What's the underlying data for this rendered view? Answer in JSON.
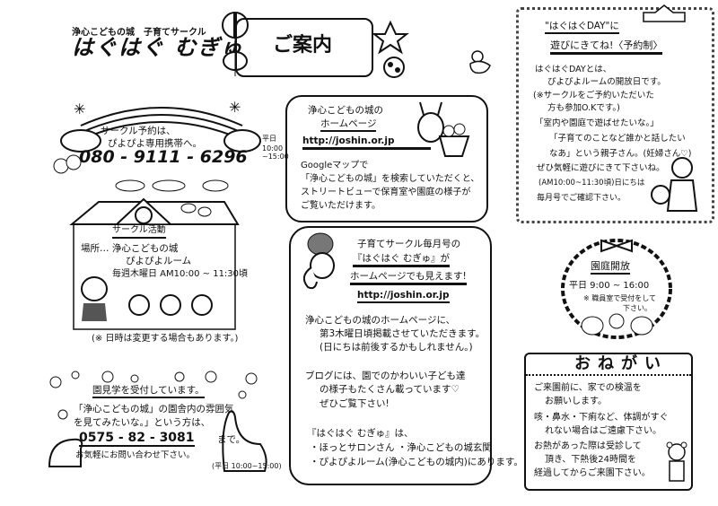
{
  "header": {
    "org": "浄心こどもの城",
    "circle": "子育てサークル",
    "title": "はぐはぐ むぎゅ",
    "guide_title": "ご案内"
  },
  "reservation": {
    "line1": "サークル予約は、",
    "line2": "ぴよぴよ専用携帯へ。",
    "phone": "080 - 9111 - 6296",
    "hours_label": "平日",
    "hours": "10:00 ~15:00"
  },
  "activity": {
    "heading": "サークル活動",
    "place_line1": "場所… 浄心こどもの城",
    "place_line2": "ぴよぴよルーム",
    "schedule": "毎週木曜日 AM10:00 ~ 11:30頃",
    "note": "(※ 日時は変更する場合もあります。)"
  },
  "tour": {
    "heading": "園見学を受付しています。",
    "line1": "「浄心こどもの城」の園舎内の雰囲気",
    "line2": "を見てみたいな。」という方は、",
    "phone": "0575 - 82 - 3081",
    "phone_suffix": "まで。",
    "line3": "お気軽にお問い合わせ下さい。",
    "hours": "(平日 10:00~15:00)"
  },
  "homepage": {
    "title_line1": "浄心こどもの城の",
    "title_line2": "ホームページ",
    "url": "http://joshin.or.jp",
    "line1": "Googleマップで",
    "line2": "「浄心こどもの城」を検索していただくと、",
    "line3": "ストリートビューで保育室や園庭の様子が",
    "line4": "ご覧いただけます。"
  },
  "newsletter": {
    "line1": "子育てサークル毎月号の",
    "line2": "『はぐはぐ むぎゅ』が",
    "line3": "ホームページでも見えます!",
    "url": "http://joshin.or.jp",
    "p1_line1": "浄心こどもの城のホームページに、",
    "p1_line2": "第3木曜日頃掲載させていただきます。",
    "p1_line3": "(日にちは前後するかもしれません。)",
    "p2_line1": "ブログには、園でのかわいい子ども達",
    "p2_line2": "の様子もたくさん載っています♡",
    "p2_line3": "ぜひご覧下さい!",
    "p3_line1": "『はぐはぐ むぎゅ』は、",
    "p3_line2": "・ほっとサロンさん ・浄心こどもの城玄関",
    "p3_line3": "・ぴよぴよルーム(浄心こどもの城内)にあります。"
  },
  "hagu_day": {
    "title_line1": "\"はぐはぐDAY\"に",
    "title_line2": "遊びにきてね!〈予約制〉",
    "line1": "はぐはぐDAYとは、",
    "line2": "ぴよぴよルームの開放日です。",
    "line3": "(※サークルをご予約いただいた",
    "line4": "方も参加O.Kです。)",
    "line5": "「室内や園庭で遊ばせたいな。」",
    "line6": "「子育てのことなど誰かと話したい",
    "line7": "なあ」という親子さん。(妊婦さん♡)",
    "line8": "ぜひ気軽に遊びにきて下さいね。",
    "line9": "(AM10:00~11:30頃)日にちは",
    "line10": "毎月号でご確認下さい。"
  },
  "garden": {
    "heading": "園庭開放",
    "hours": "平日 9:00 ~ 16:00",
    "note_line1": "※ 職員室で受付をして",
    "note_line2": "下さい。"
  },
  "requests": {
    "heading": "おねがい",
    "item1_line1": "ご来園前に、家での検温を",
    "item1_line2": "お願いします。",
    "item2_line1": "咳・鼻水・下痢など、体調がすぐ",
    "item2_line2": "れない場合はご遠慮下さい。",
    "item3_line1": "お熱があった際は受診して",
    "item3_line2": "頂き、下熱後24時間を",
    "item3_line3": "経過してからご来園下さい。"
  }
}
